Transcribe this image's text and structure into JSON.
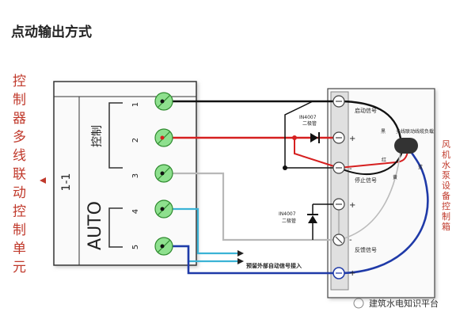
{
  "title": "点动输出方式",
  "left_label": "控制器多线联动控制单元",
  "module": {
    "name": "1-1",
    "control_label": "控制",
    "auto_label": "AUTO",
    "terminal_numbers": [
      "1",
      "2",
      "3",
      "4",
      "5"
    ]
  },
  "right_label": "风机水泵设备控制箱",
  "signals": {
    "start": "启动信号",
    "stop": "停止信号",
    "feedback": "反馈信号",
    "load": "多线联动线缆负载",
    "external": "预留外部自动信号接入"
  },
  "diodes": [
    {
      "model": "IN4007",
      "type": "二极管"
    },
    {
      "model": "IN4007",
      "type": "二极管"
    }
  ],
  "wire_colors": {
    "black": "黑",
    "red": "红",
    "yellow": "黄",
    "blue": "蓝"
  },
  "polarity": [
    "-",
    "+",
    "-",
    "+",
    "-",
    "+"
  ],
  "watermark": "建筑水电知识平台",
  "colors": {
    "accent": "#c0392b",
    "terminal": "#8ee08e",
    "wire_black": "#111111",
    "wire_red": "#d62020",
    "wire_gray": "#b8b8b8",
    "wire_cyan": "#3bb3d6",
    "wire_blue": "#1f3aa8"
  }
}
